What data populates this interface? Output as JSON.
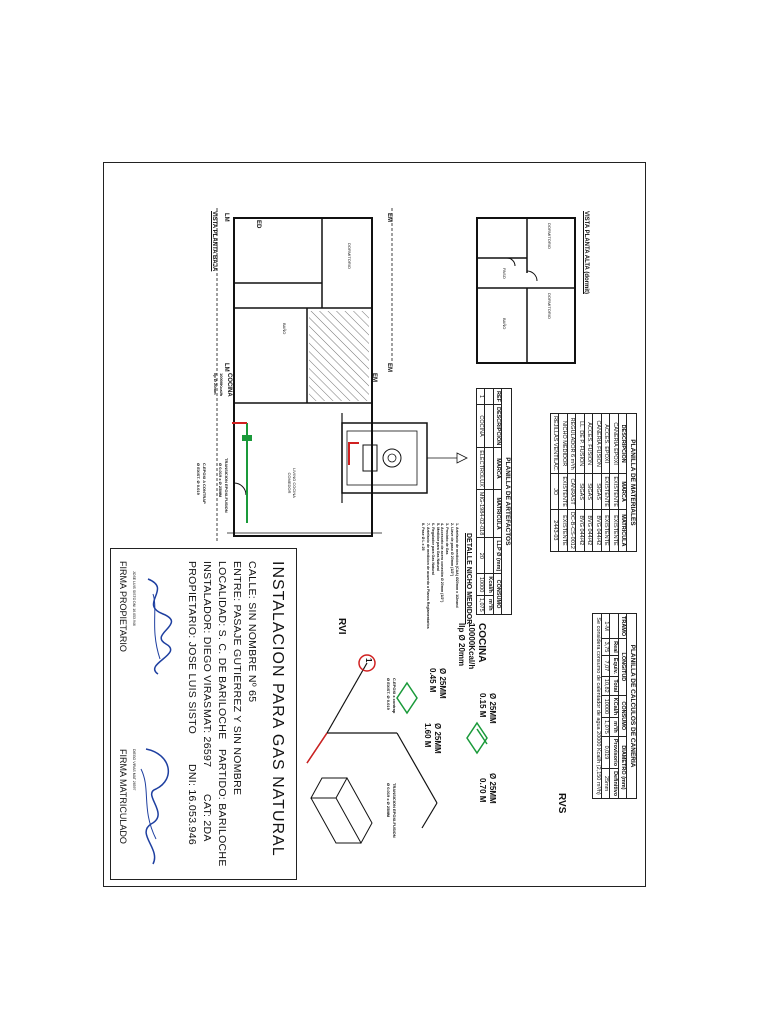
{
  "plan_views": {
    "plan_baja_label": "VISTA PLANTA BAJA",
    "plan_alta_label": "VISTA PLANTA ALTA (dormit)",
    "room_living": "LIVING COCINA COMEDOR",
    "room_dormitorio_1": "DORMITORIO",
    "room_dormitorio_2": "DORMITORIO",
    "room_dormitorio_3": "DORMITORIO",
    "room_bano_1": "BAÑO",
    "room_bano_2": "BAÑO",
    "room_paso": "PASO",
    "mark_lm_top": "LM",
    "mark_lm_bottom": "LM",
    "mark_ed": "ED",
    "mark_em_1": "EM",
    "mark_em_2": "EM",
    "mark_em_3": "EM",
    "transicion_note_1": "TRANSICION EPOXI-FUSION",
    "transicion_note_2": "Ø 0.019 x Ø 25MM",
    "cano_note_1": "C.EPOXI A CONTRAP",
    "cano_note_2": "Ø EXIST. Ø 0.019",
    "cocina_label": "COCINA",
    "cocina_kcal": "10000Kcal/h",
    "cocina_llp": "llp Ø 20mm"
  },
  "nicho": {
    "title": "DETALLE NICHO MEDIDOR",
    "notes": [
      "1- Artefacto de medición (CAA) Ø20mm x 1/2eand",
      "2- Llave de paso Ø 20mm (1/2\")",
      "3- Precinto de Gas",
      "4- Accesorio de acero conexión Ø 20mm (1/2\")",
      "5- Medidor para Gas Natural",
      "6- Regulador para Gas Natural",
      "7- Artefacto de medicion de acuerdo a Planos Reglamentarios",
      "8- Pase Ø L x 25"
    ]
  },
  "materiales": {
    "title": "PLANILLA DE MATERIALES",
    "headers": [
      "DESCRIPCION",
      "MARCA",
      "MATRICULA"
    ],
    "rows": [
      [
        "CAÑERIA EPOXI",
        "EXISTENTE",
        "EXISTENTE"
      ],
      [
        "ACCES. EPOXI",
        "EXISTENTE",
        "EXISTENTE"
      ],
      [
        "CAÑERIA FUSION",
        "SIGAS",
        "BVG 044/42"
      ],
      [
        "ACCES. FUSION",
        "SIGAS",
        "BVG 044/42"
      ],
      [
        "LL. DE P. FUSION",
        "SIGAS",
        "BVG 044/42"
      ],
      [
        "REGULADOR 6 m³/h",
        "CANRAST",
        "DC-B-CS-0012"
      ],
      [
        "NICHO MEDIDOR",
        "EXISTENTE",
        "EXISTENTE"
      ],
      [
        "REJILLAS VENTILAC.",
        "JO",
        "2443-03"
      ]
    ]
  },
  "artefactos": {
    "title": "PLANILLA DE ARTEFACTOS",
    "headers": [
      "REF",
      "DESCRIPCION",
      "MARCA",
      "MATRICULA",
      "LLP Ø (mm)",
      "CONSUMO"
    ],
    "sub_headers": [
      "Kcal/h",
      "m³/h"
    ],
    "rows": [
      [
        "1",
        "COCINA",
        "ELECTROLUX",
        "MIG-1984-02-018",
        "20",
        "10000",
        "1,075"
      ]
    ]
  },
  "calculos": {
    "title": "PLANILLA DE CALCULOS DE CAÑERIA",
    "headers": [
      "TRAMO",
      "LONGITUD",
      "CONSUMO",
      "DIAMETRO (mm)"
    ],
    "sub_headers": [
      "Real",
      "Equiv.",
      "Total",
      "KCal/h",
      "m³/h",
      "Provisorio",
      "Definitivo"
    ],
    "rows": [
      [
        "1-M",
        "3,75",
        "7,07",
        "10,82",
        "10000",
        "1,075",
        "0,019",
        "25mm"
      ]
    ],
    "note": "Se considera consumo de calentador de agua 20000 Kcal/h (2,150 m³/h)"
  },
  "isometric": {
    "diam_1": "Ø 25MM",
    "len_1": "0.15 M",
    "diam_2": "Ø 25MM",
    "len_2": "0.70 M",
    "diam_3": "Ø 25MM",
    "len_3": "1.60 M",
    "diam_4": "Ø 25MM",
    "len_4": "0.45 M",
    "rvs": "RVS",
    "rvi": "RVI",
    "ref_num": "1",
    "cocina_label": "COCINA",
    "cocina_kcal": "10000Kcal/h",
    "cocina_llp": "llp Ø 20mm",
    "cano_note_1": "C.EPOXI x contrap",
    "cano_note_2": "Ø EXIST. Ø 0.019",
    "trans_note_1": "TRANSICION EPOXI-FUSION",
    "trans_note_2": "Ø 0.019 x Ø 25MM"
  },
  "title_block": {
    "title": "INSTALACION PARA GAS NATURAL",
    "calle": "CALLE: SIN NOMBRE Nº 65",
    "entre": "ENTRE: PASAJE GUTIERREZ Y SIN NOMBRE",
    "localidad": "LOCALIDAD: S. C. DE BARILOCHE",
    "partido": "PARTIDO: BARILOCHE",
    "instalador": "INSTALADOR: DIEGO VIRAS",
    "mat": "MAT: 26597",
    "cat": "CAT: 2DA",
    "propietario": "PROPIETARIO: JOSE LUIS SISTO",
    "dni": "DNI: 16.053.946",
    "firma_propietario": "FIRMA PROPIETARIO",
    "firma_matriculado": "FIRMA MATRICULADO",
    "stamp_1": "JOSE LUIS SISTO  DNI 16.053.946",
    "stamp_2": "DIEGO VIRAS  MAT 26597"
  },
  "colors": {
    "ink": "#111111",
    "green": "#1a9a3a",
    "red": "#d02020",
    "signature_blue": "#1e3fa0"
  }
}
